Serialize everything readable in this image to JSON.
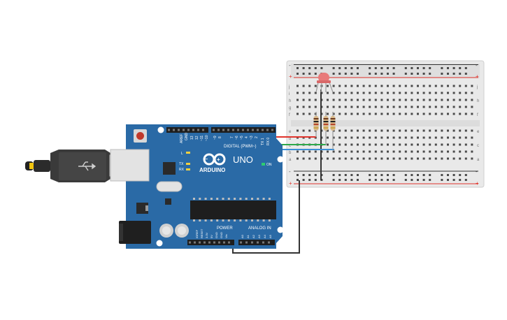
{
  "arduino": {
    "brand": "ARDUINO",
    "model": "UNO",
    "on_label": "ON",
    "digital_label": "DIGITAL (PWM~)",
    "power_label": "POWER",
    "analog_label": "ANALOG IN",
    "l_label": "L",
    "tx_label": "TX",
    "rx_label": "RX",
    "aref_label": "AREF",
    "gnd_label": "GND",
    "top_pins": [
      "13",
      "12",
      "~11",
      "~10",
      "~9",
      "8",
      "7",
      "~6",
      "~5",
      "4",
      "~3",
      "2",
      "TX 1",
      "RX 0"
    ],
    "power_pins": [
      "IOREF",
      "RESET",
      "3.3V",
      "5V",
      "GND",
      "GND",
      "Vin"
    ],
    "analog_pins": [
      "A0",
      "A1",
      "A2",
      "A3",
      "A4",
      "A5"
    ]
  },
  "breadboard": {
    "row_letters_top": [
      "j",
      "i",
      "h",
      "g",
      "f"
    ],
    "row_letters_bottom": [
      "e",
      "d",
      "c",
      "b",
      "a"
    ],
    "minus_label": "-",
    "plus_label": "+"
  },
  "colors": {
    "board": "#2a6aa6",
    "wire_red": "#e0342c",
    "wire_green": "#2ea84a",
    "wire_blue": "#3b8fd8",
    "wire_black": "#333333",
    "led": "#e87a7a"
  }
}
